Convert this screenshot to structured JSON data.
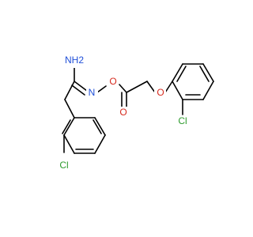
{
  "structure": {
    "atom_labels": {
      "nh2": "NH2",
      "n_imine": "N",
      "o_ester_link": "O",
      "o_carbonyl": "O",
      "o_ether": "O",
      "cl_ortho": "Cl",
      "cl_para": "Cl"
    }
  },
  "colors": {
    "bond": "#000000",
    "nitrogen": "#1f4fd8",
    "oxygen": "#d62a1e",
    "chlorine": "#2e9b2e",
    "background": "#ffffff"
  }
}
